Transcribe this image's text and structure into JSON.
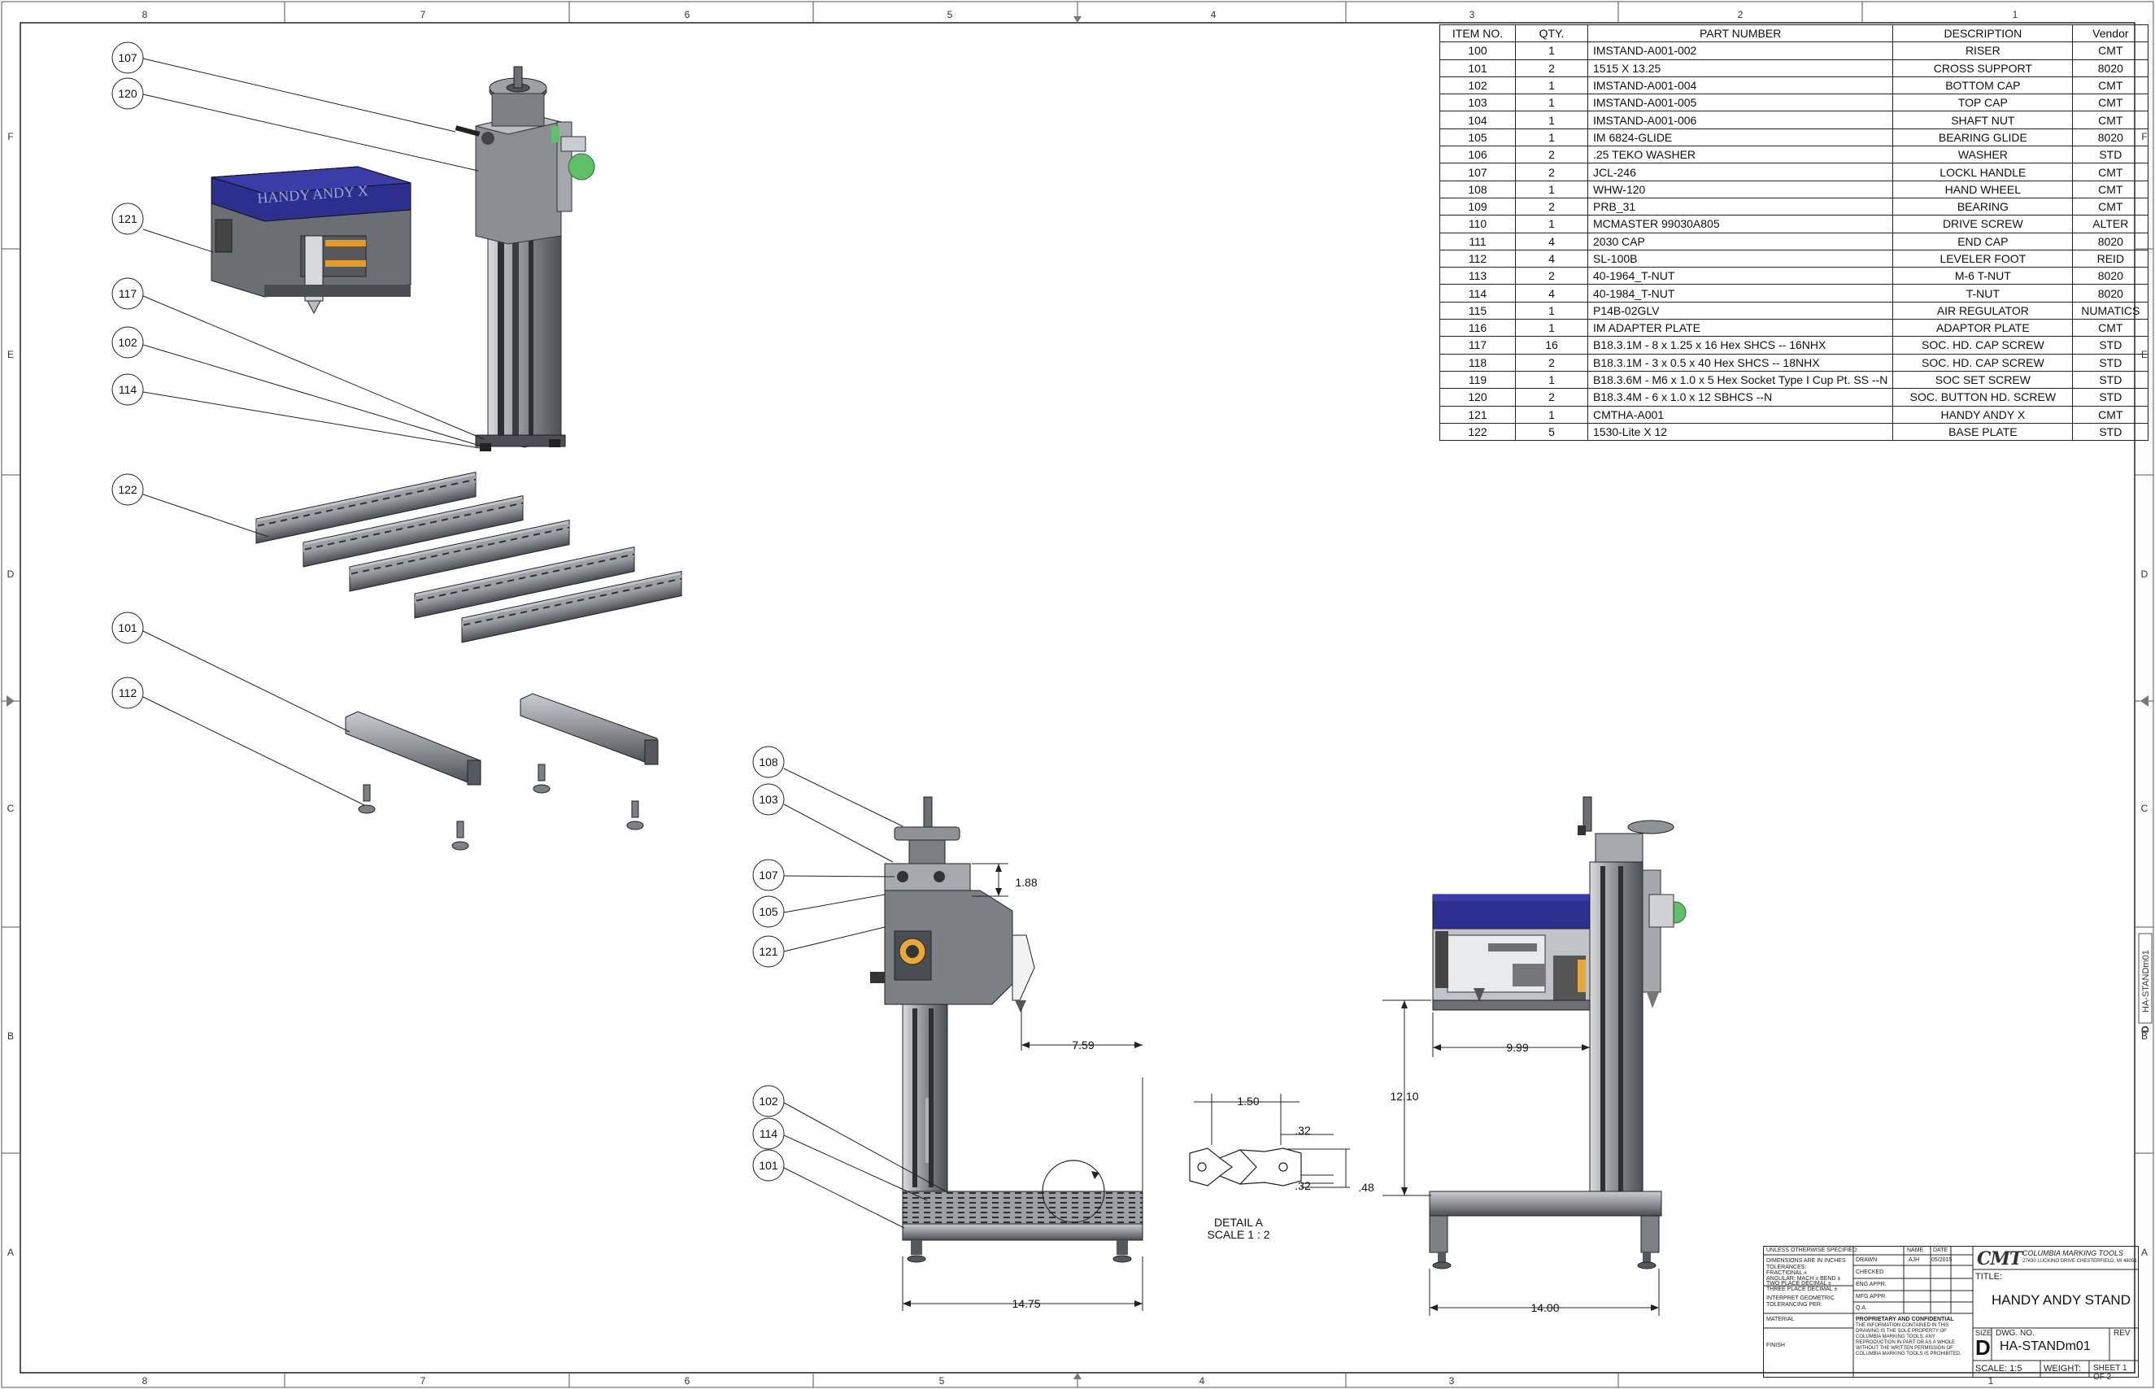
{
  "zones": {
    "columns_top": [
      "8",
      "7",
      "6",
      "5",
      "4",
      "3",
      "2",
      "1"
    ],
    "columns_bottom": [
      "8",
      "7",
      "6",
      "5",
      "4",
      "3",
      "1"
    ],
    "rows": [
      "F",
      "E",
      "D",
      "C",
      "B",
      "A"
    ]
  },
  "bom": {
    "headers": [
      "ITEM NO.",
      "QTY.",
      "PART NUMBER",
      "DESCRIPTION",
      "Vendor"
    ],
    "rows": [
      [
        "100",
        "1",
        "IMSTAND-A001-002",
        "RISER",
        "CMT"
      ],
      [
        "101",
        "2",
        "1515 X 13.25",
        "CROSS SUPPORT",
        "8020"
      ],
      [
        "102",
        "1",
        "IMSTAND-A001-004",
        "BOTTOM CAP",
        "CMT"
      ],
      [
        "103",
        "1",
        "IMSTAND-A001-005",
        "TOP CAP",
        "CMT"
      ],
      [
        "104",
        "1",
        "IMSTAND-A001-006",
        "SHAFT NUT",
        "CMT"
      ],
      [
        "105",
        "1",
        "IM 6824-GLIDE",
        "BEARING GLIDE",
        "8020"
      ],
      [
        "106",
        "2",
        ".25 TEKO WASHER",
        "WASHER",
        "STD"
      ],
      [
        "107",
        "2",
        "JCL-246",
        "LOCKL HANDLE",
        "CMT"
      ],
      [
        "108",
        "1",
        "WHW-120",
        "HAND WHEEL",
        "CMT"
      ],
      [
        "109",
        "2",
        "PRB_31",
        "BEARING",
        "CMT"
      ],
      [
        "110",
        "1",
        "MCMASTER 99030A805",
        "DRIVE SCREW",
        "ALTER"
      ],
      [
        "111",
        "4",
        "2030 CAP",
        "END CAP",
        "8020"
      ],
      [
        "112",
        "4",
        "SL-100B",
        "LEVELER FOOT",
        "REID"
      ],
      [
        "113",
        "2",
        "40-1964_T-NUT",
        "M-6 T-NUT",
        "8020"
      ],
      [
        "114",
        "4",
        "40-1984_T-NUT",
        "T-NUT",
        "8020"
      ],
      [
        "115",
        "1",
        "P14B-02GLV",
        "AIR REGULATOR",
        "NUMATICS"
      ],
      [
        "116",
        "1",
        "IM ADAPTER PLATE",
        "ADAPTOR PLATE",
        "CMT"
      ],
      [
        "117",
        "16",
        "B18.3.1M - 8 x 1.25 x 16 Hex SHCS -- 16NHX",
        "SOC. HD. CAP SCREW",
        "STD"
      ],
      [
        "118",
        "2",
        "B18.3.1M - 3 x 0.5 x 40 Hex SHCS -- 18NHX",
        "SOC. HD. CAP SCREW",
        "STD"
      ],
      [
        "119",
        "1",
        "B18.3.6M - M6 x 1.0 x 5 Hex Socket Type I Cup Pt. SS --N",
        "SOC SET SCREW",
        "STD"
      ],
      [
        "120",
        "2",
        "B18.3.4M - 6 x 1.0 x 12 SBHCS --N",
        "SOC. BUTTON HD. SCREW",
        "STD"
      ],
      [
        "121",
        "1",
        "CMTHA-A001",
        "HANDY ANDY X",
        "CMT"
      ],
      [
        "122",
        "5",
        "1530-Lite X 12",
        "BASE PLATE",
        "STD"
      ]
    ]
  },
  "balloons_iso": [
    "107",
    "120",
    "121",
    "117",
    "102",
    "114",
    "122",
    "101",
    "112"
  ],
  "balloons_front": [
    "108",
    "103",
    "107",
    "105",
    "121",
    "102",
    "114",
    "101"
  ],
  "dimensions": {
    "d188": "1.88",
    "d759": "7.59",
    "d1475": "14.75",
    "d150": "1.50",
    "d32a": ".32",
    "d32b": ".32",
    "d48": ".48",
    "d1210": "12.10",
    "d999": "9.99",
    "d1400": "14.00"
  },
  "detail": {
    "title": "DETAIL A",
    "scale": "SCALE 1 : 2"
  },
  "product_label": "HANDY ANDY X",
  "title_block": {
    "unless": "UNLESS OTHERWISE SPECIFIED:",
    "dims": "DIMENSIONS ARE IN INCHES",
    "tolerances": "TOLERANCES:",
    "fractional": "FRACTIONAL ±",
    "angular": "ANGULAR: MACH ±   BEND ±",
    "two_place": "TWO PLACE DECIMAL  ±",
    "three_place": "THREE PLACE DECIMAL  ±",
    "interpret": "INTERPRET GEOMETRIC TOLERANCING PER:",
    "material": "MATERIAL",
    "finish": "FINISH",
    "name_hdr": "NAME",
    "date_hdr": "DATE",
    "drawn": "DRAWN",
    "drawn_name": "AJH",
    "drawn_date": "05/2015",
    "checked": "CHECKED",
    "eng_appr": "ENG APPR.",
    "mfg_appr": "MFG APPR.",
    "qa": "Q.A.",
    "proprietary_title": "PROPRIETARY AND CONFIDENTIAL",
    "proprietary_body": "THE INFORMATION CONTAINED IN THIS DRAWING IS THE SOLE PROPERTY OF COLUMBIA MARKING TOOLS. ANY REPRODUCTION IN PART OR AS A WHOLE WITHOUT THE WRITTEN PERMISSION OF COLUMBIA MARKING TOOLS IS PROHIBITED.",
    "logo": "CMT",
    "company": "COLUMBIA MARKING TOOLS",
    "address": "27430 LUCKINO DRIVE CHESTERFIELD, MI 48051",
    "title_label": "TITLE:",
    "title": "HANDY ANDY STAND",
    "size_label": "SIZE",
    "size": "D",
    "dwg_label": "DWG.  NO.",
    "dwg_no": "HA-STANDm01",
    "rev_label": "REV",
    "scale": "SCALE: 1:5",
    "weight": "WEIGHT:",
    "sheet": "SHEET 1 OF 2"
  },
  "side_stamp": "HA-STANDm01",
  "side_size": "D",
  "colors": {
    "line": "#222222",
    "steel": "#8f9398",
    "steel_dark": "#5e6166",
    "housing": "#6b6e72",
    "blue_cover": "#2d2f8f",
    "green": "#5fc06a",
    "orange": "#e69a28"
  }
}
